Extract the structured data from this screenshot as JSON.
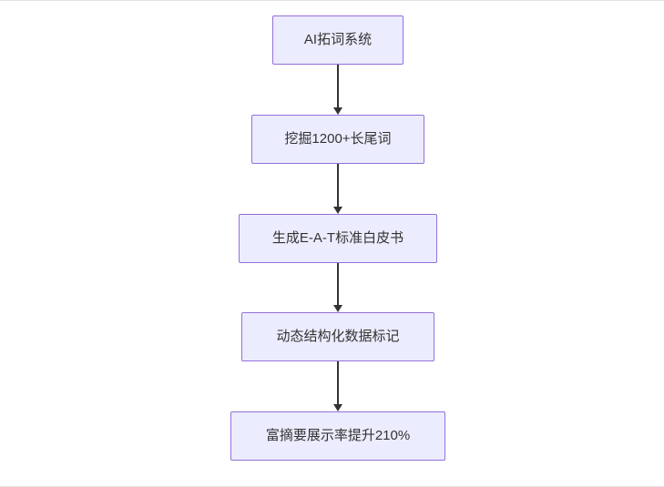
{
  "diagram": {
    "type": "flowchart",
    "direction": "top-down",
    "nodes": [
      {
        "id": "A",
        "label": "AI拓词系统"
      },
      {
        "id": "B",
        "label": "挖掘1200+长尾词"
      },
      {
        "id": "C",
        "label": "生成E-A-T标准白皮书"
      },
      {
        "id": "D",
        "label": "动态结构化数据标记"
      },
      {
        "id": "E",
        "label": "富摘要展示率提升210%"
      }
    ],
    "edges": [
      {
        "from": "A",
        "to": "B"
      },
      {
        "from": "B",
        "to": "C"
      },
      {
        "from": "C",
        "to": "D"
      },
      {
        "from": "D",
        "to": "E"
      }
    ],
    "colors": {
      "node_fill": "#ECECFF",
      "node_border": "#9370DB",
      "arrow": "#333333",
      "text": "#333333"
    }
  }
}
